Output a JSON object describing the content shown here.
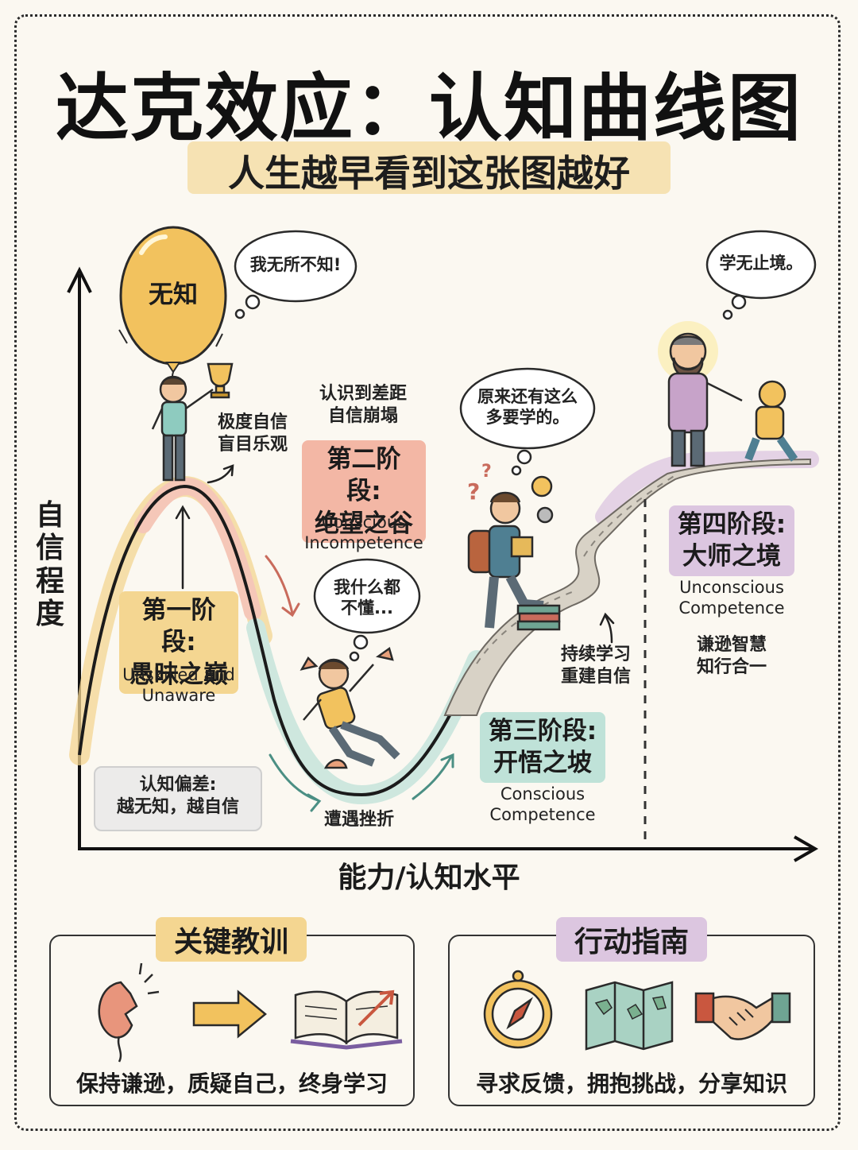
{
  "title": "达克效应：认知曲线图",
  "subtitle": "人生越早看到这张图越好",
  "axes": {
    "y_label": "自信程度",
    "x_label": "能力/认知水平"
  },
  "stages": [
    {
      "tag": "第一阶段:\n愚昧之巅",
      "en": "Unskilled and\nUnaware",
      "color": "#f4d691"
    },
    {
      "tag": "第二阶段:\n绝望之谷",
      "en": "Conscious\nIncompetence",
      "color": "#f3b7a5"
    },
    {
      "tag": "第三阶段:\n开悟之坡",
      "en": "Conscious\nCompetence",
      "color": "#bfe2d8"
    },
    {
      "tag": "第四阶段:\n大师之境",
      "en": "Unconscious\nCompetence",
      "color": "#dcc6e0"
    }
  ],
  "balloon_text": "无知",
  "annotations": {
    "peak_note": "极度自信\n盲目乐观",
    "gap_note": "认识到差距\n自信崩塌",
    "bias_note": "认知偏差:\n越无知，越自信",
    "setback_note": "遭遇挫折",
    "learning_note": "持续学习\n重建自信",
    "master_note": "谦逊智慧\n知行合一"
  },
  "bubbles": {
    "know_all": "我无所不知!",
    "know_nothing": "我什么都\n不懂...",
    "more_to_learn": "原来还有这么\n多要学的。",
    "endless": "学无止境。"
  },
  "panels": {
    "lessons": {
      "title": "关键教训",
      "caption": "保持谦逊，质疑自己，终身学习",
      "icons": [
        "broken-balloon-icon",
        "arrow-right-icon",
        "open-book-icon"
      ]
    },
    "actions": {
      "title": "行动指南",
      "caption": "寻求反馈，拥抱挑战，分享知识",
      "icons": [
        "compass-icon",
        "map-icon",
        "handshake-icon"
      ]
    }
  },
  "colors": {
    "yellow": "#f4d691",
    "red": "#f3b7a5",
    "teal": "#bfe2d8",
    "purple": "#dcc6e0",
    "ink": "#1b1b1b"
  }
}
